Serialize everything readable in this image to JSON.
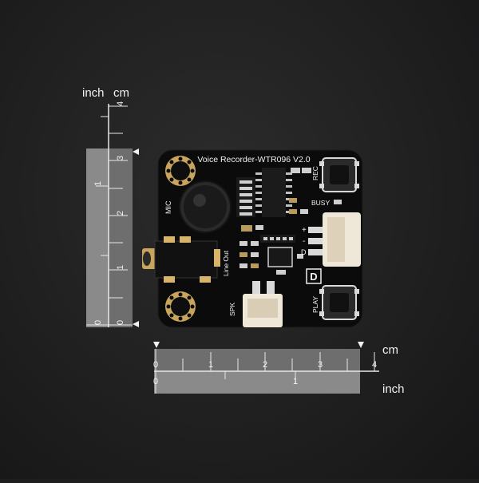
{
  "units": {
    "inch": "inch",
    "cm": "cm"
  },
  "vertical_ruler": {
    "cm_ticks": [
      "0",
      "1",
      "2",
      "3",
      "4"
    ],
    "inch_ticks": [
      "0",
      "1"
    ]
  },
  "horizontal_ruler": {
    "cm_ticks": [
      "0",
      "1",
      "2",
      "3",
      "4"
    ],
    "inch_ticks": [
      "0",
      "1"
    ]
  },
  "board": {
    "title": "Voice Recorder-WTR096 V2.0",
    "labels": {
      "mic": "MIC",
      "line_out": "Line Out",
      "spk": "SPK",
      "rec": "REC",
      "play": "PLAY",
      "busy": "BUSY",
      "plus": "+",
      "minus": "-",
      "d": "D",
      "logo": "D"
    },
    "pcb_color": "#0b0b0b",
    "pad_color": "#d6b370"
  }
}
